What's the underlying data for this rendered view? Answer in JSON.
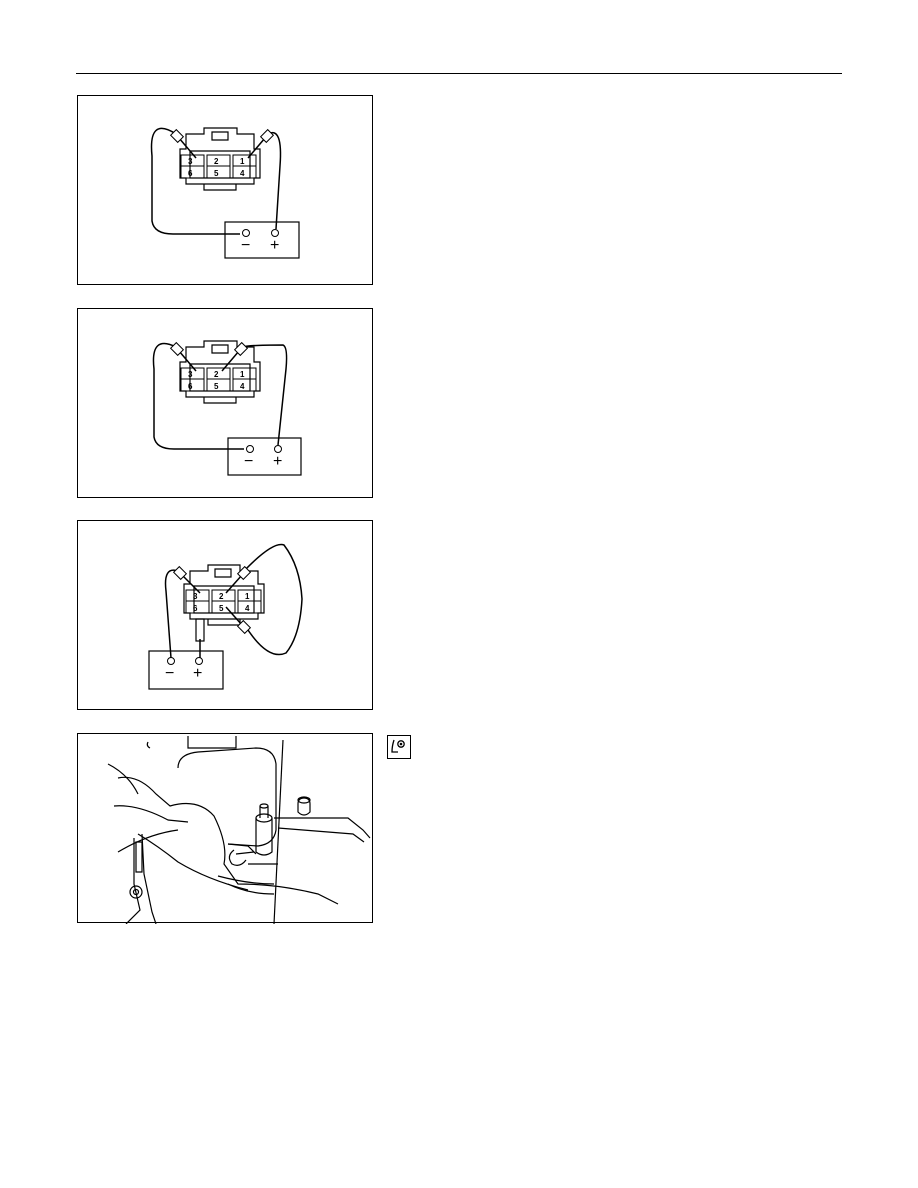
{
  "figures": [
    {
      "pins": {
        "top": [
          "3",
          "2",
          "1"
        ],
        "bottom": [
          "6",
          "5",
          "4"
        ]
      },
      "battery": {
        "negative": "−",
        "positive": "+"
      }
    },
    {
      "pins": {
        "top": [
          "3",
          "2",
          "1"
        ],
        "bottom": [
          "6",
          "5",
          "4"
        ]
      },
      "battery": {
        "negative": "−",
        "positive": "+"
      }
    },
    {
      "pins": {
        "top": [
          "3",
          "2",
          "1"
        ],
        "bottom": [
          "6",
          "5",
          "4"
        ]
      },
      "battery": {
        "negative": "−",
        "positive": "+"
      }
    }
  ],
  "icons": {
    "note": "inspection-eye-icon"
  }
}
